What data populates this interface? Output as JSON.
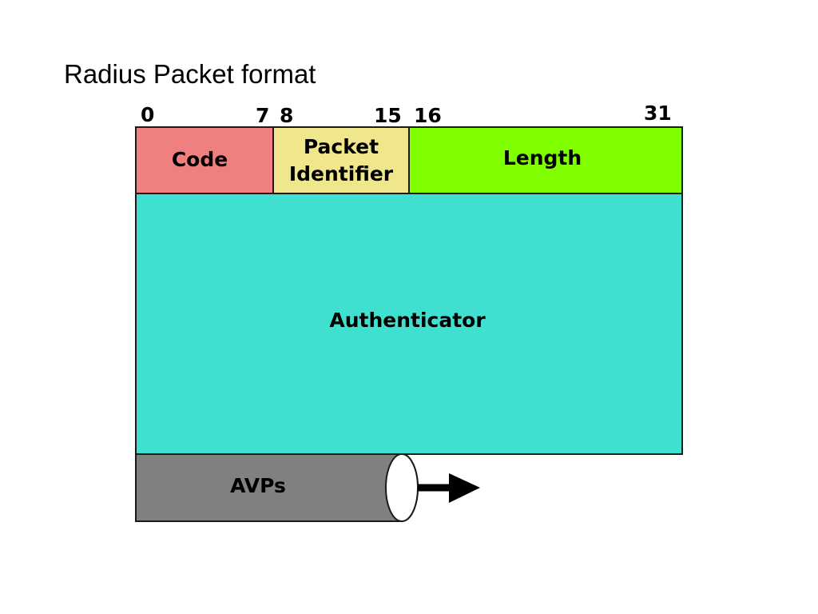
{
  "slide": {
    "title": "Radius Packet format"
  },
  "bit_positions": [
    "0",
    "7",
    "8",
    "15",
    "16",
    "31"
  ],
  "fields": {
    "code": {
      "label": "Code",
      "color": "#f08080"
    },
    "packet_identifier": {
      "line1": "Packet",
      "line2": "Identifier",
      "color": "#f0e68c"
    },
    "length": {
      "label": "Length",
      "color": "#7fff00"
    },
    "authenticator": {
      "label": "Authenticator",
      "color": "#40e0d0"
    },
    "avps": {
      "label": "AVPs",
      "color": "#808080"
    }
  }
}
